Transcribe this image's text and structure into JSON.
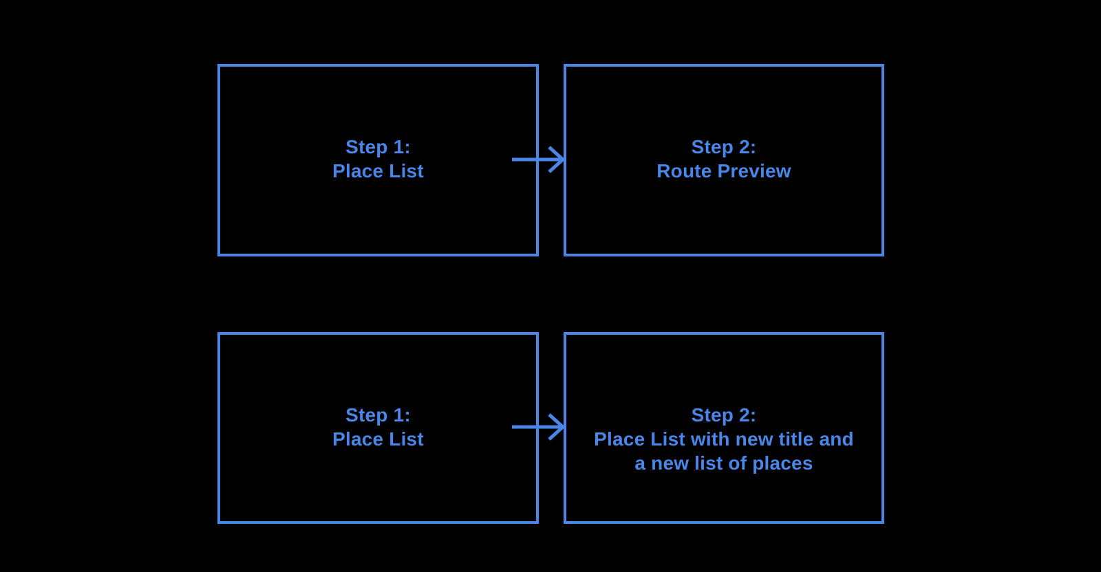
{
  "theme": {
    "background": "#000000",
    "accent": "#4A86E8"
  },
  "diagram": {
    "rows": [
      {
        "boxes": [
          {
            "lines": [
              "Step 1:",
              "Place List"
            ]
          },
          {
            "lines": [
              "Step 2:",
              "Route Preview"
            ]
          }
        ],
        "connector": {
          "type": "arrow-right"
        }
      },
      {
        "boxes": [
          {
            "lines": [
              "Step 1:",
              "Place List"
            ]
          },
          {
            "lines": [
              "Step 2:",
              "Place List with new title and",
              "a new list of places"
            ]
          }
        ],
        "connector": {
          "type": "arrow-right"
        }
      }
    ]
  }
}
